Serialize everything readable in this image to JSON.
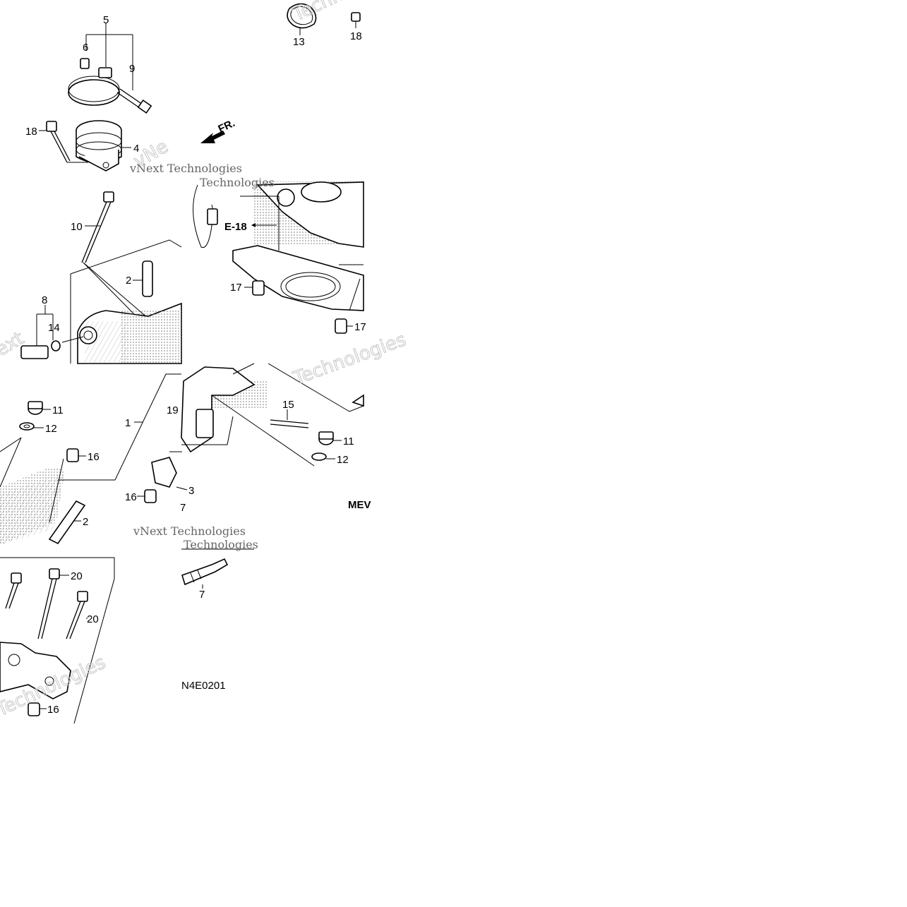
{
  "diagram": {
    "direction_label": "FR.",
    "reference_label": "E-18",
    "drawing_code": "MEV",
    "figure_code": "N4E0201",
    "watermarks": [
      "vNext Technologies",
      "Technologies",
      "vNe",
      "ext"
    ],
    "callouts": [
      "1",
      "2",
      "3",
      "4",
      "5",
      "6",
      "7",
      "8",
      "9",
      "10",
      "11",
      "12",
      "13",
      "14",
      "15",
      "16",
      "17",
      "18",
      "19",
      "20"
    ]
  }
}
